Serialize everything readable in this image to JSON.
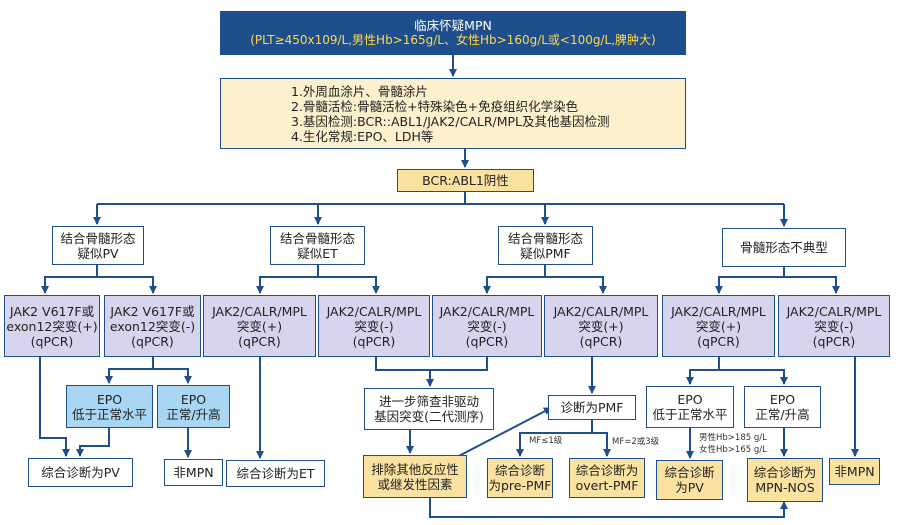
{
  "top": {
    "title": "临床怀疑MPN",
    "subtitle": "(PLT≥450x109/L,男性Hb>165g/L、女性Hb>160g/L或<100g/L,脾肿大)"
  },
  "tests": [
    "1.外周血涂片、骨髓涂片",
    "2.骨髓活检:骨髓活检+特殊染色+免疫组织化学染色",
    "3.基因检测:BCR::ABL1/JAK2/CALR/MPL及其他基因检测",
    "4.生化常规:EPO、LDH等"
  ],
  "bcr": "BCR:ABL1阴性",
  "morph": {
    "pv": [
      "结合骨髓形态",
      "疑似PV"
    ],
    "et": [
      "结合骨髓形态",
      "疑似ET"
    ],
    "pmf": [
      "结合骨髓形态",
      "疑似PMF"
    ],
    "atypical": "骨髓形态不典型"
  },
  "mut": {
    "pv_pos": [
      "JAK2 V617F或",
      "exon12突变(+)",
      "(qPCR)"
    ],
    "pv_neg": [
      "JAK2 V617F或",
      "exon12突变(-)",
      "(qPCR)"
    ],
    "et_pos": [
      "JAK2/CALR/MPL",
      "突变(+)",
      "(qPCR)"
    ],
    "et_neg": [
      "JAK2/CALR/MPL",
      "突变(-)",
      "(qPCR)"
    ],
    "pmf_neg": [
      "JAK2/CALR/MPL",
      "突变(-)",
      "(qPCR)"
    ],
    "pmf_pos": [
      "JAK2/CALR/MPL",
      "突变(+)",
      "(qPCR)"
    ],
    "aty_pos": [
      "JAK2/CALR/MPL",
      "突变(+)",
      "(qPCR)"
    ],
    "aty_neg": [
      "JAK2/CALR/MPL",
      "突变(-)",
      "(qPCR)"
    ]
  },
  "epo": {
    "pv_low": [
      "EPO",
      "低于正常水平"
    ],
    "pv_high": [
      "EPO",
      "正常/升高"
    ],
    "aty_low": [
      "EPO",
      "低于正常水平"
    ],
    "aty_high": [
      "EPO",
      "正常/升高"
    ]
  },
  "screen": [
    "进一步筛查非驱动",
    "基因突变(二代测序)"
  ],
  "diag_pmf": "诊断为PMF",
  "mf_low": "MF≤1级",
  "mf_high": "MF=2或3级",
  "hb_male": "男性Hb>185 g/L",
  "hb_female": "女性Hb>165 g/L",
  "results": {
    "pv": "综合诊断为PV",
    "non_mpn_1": "非MPN",
    "et": "综合诊断为ET",
    "exclude": [
      "排除其他反应性",
      "或继发性因素"
    ],
    "pre_pmf": [
      "综合诊断",
      "为pre-PMF"
    ],
    "overt_pmf": [
      "综合诊断为",
      "overt-PMF"
    ],
    "aty_pv": [
      "综合诊断",
      "为PV"
    ],
    "mpn_nos": [
      "综合诊断为",
      "MPN-NOS"
    ],
    "non_mpn_2": "非MPN"
  }
}
